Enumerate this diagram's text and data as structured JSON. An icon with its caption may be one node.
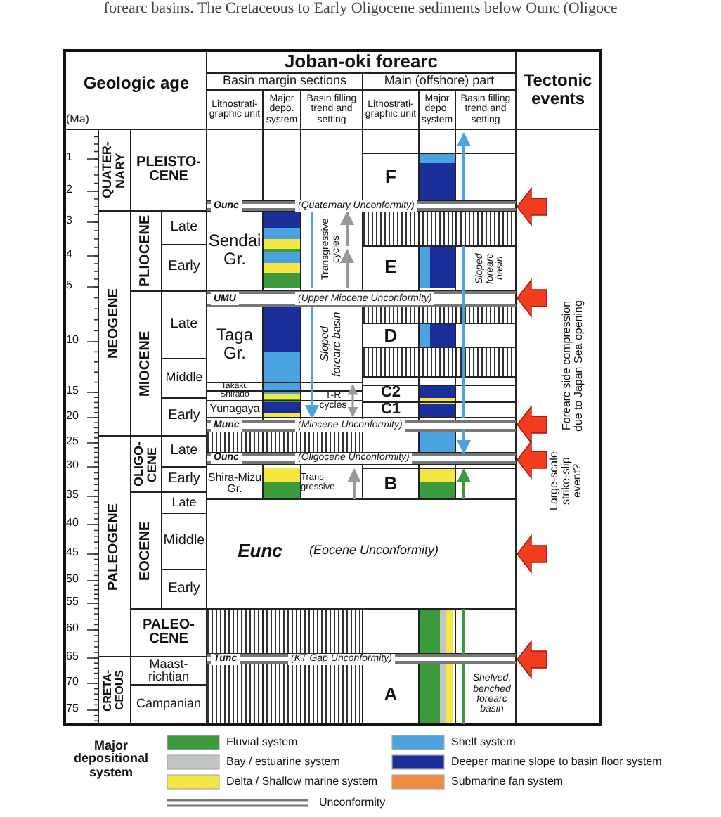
{
  "diagram": {
    "labels": [
      "forearc basins. The Cretaceous to Early Oligocene sediments below Ounc (Oligoce",
      "Joban-oki forearc",
      "Tectonic events",
      "Geologic age",
      "(Ma)",
      "Basin margin sections",
      "Main (offshore) part",
      "Lithostrati-graphic unit",
      "Major depo. system",
      "Basin filling trend and setting",
      "Lithostrati-graphic unit",
      "Major depo. system",
      "Basin filling trend and setting",
      "1",
      "2",
      "3",
      "4",
      "5",
      "10",
      "15",
      "20",
      "25",
      "30",
      "35",
      "40",
      "45",
      "50",
      "55",
      "60",
      "65",
      "70",
      "75",
      "QUATER-NARY",
      "NEOGENE",
      "PALEOGENE",
      "CRETA-CEOUS",
      "PLEISTO-CENE",
      "PLIOCENE",
      "Late",
      "Early",
      "MIOCENE",
      "Late",
      "Middle",
      "Early",
      "OLIGO-CENE",
      "Late",
      "Early",
      "EOCENE",
      "Late",
      "Middle",
      "Early",
      "PALEO-CENE",
      "Maast-richtian",
      "Campanian",
      "F",
      "Ounc",
      "(Quaternary Unconformity)",
      "Sendai Gr.",
      "Transgressive cycles",
      "E",
      "Sloped forearc basin",
      "UMU",
      "(Upper Miocene Unconformity)",
      "Taga Gr.",
      "Sloped forearc basin",
      "D",
      "Takaku",
      "Shirado",
      "C2",
      "T-R cycles",
      "Yunagaya",
      "C1",
      "Munc",
      "(Miocene Unconformity)",
      "Ounc",
      "(Oligocene Unconformity)",
      "Shira-Mizu Gr.",
      "Trans-gressive",
      "B",
      "Eunc",
      "(Eocene Unconformity)",
      "Tunc",
      "(KT Gap Unconformity)",
      "A",
      "Shelved, benched forearc basin",
      "Forearc side compression due to Japan Sea opening",
      "Large-scale strike-slip event?",
      "Major depositional system"
    ],
    "legend": [
      {
        "text": "Fluvial system",
        "color": "#3a9a3c"
      },
      {
        "text": "Shelf system",
        "color": "#4aa3df"
      },
      {
        "text": "Bay / estuarine system",
        "color": "#c2c6c2"
      },
      {
        "text": "Deeper marine slope to basin floor system",
        "color": "#1a2f9a"
      },
      {
        "text": "Delta / Shallow marine system",
        "color": "#f5e642"
      },
      {
        "text": "Submarine fan system",
        "color": "#f28a3c"
      },
      {
        "text": "Unconformity"
      }
    ]
  }
}
